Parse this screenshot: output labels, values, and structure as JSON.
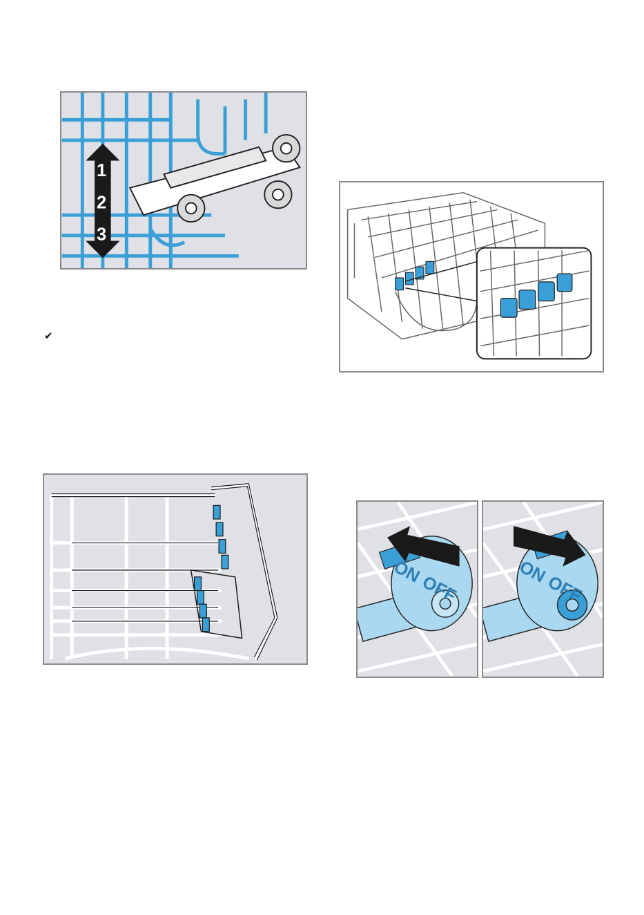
{
  "figure_rack_height": {
    "levels": [
      "1",
      "2",
      "3"
    ]
  },
  "checkmark": {
    "symbol": "✔"
  },
  "figure_basket_detail": {},
  "figure_folding_tines": {},
  "figure_switch_on": {
    "labels": [
      "ON",
      "OFF"
    ]
  },
  "figure_switch_off": {
    "labels": [
      "ON",
      "OFF"
    ]
  },
  "colors": {
    "accent_blue": "#3a9fd6",
    "light_blue": "#a9d8f0",
    "panel_gray": "#dfe1e6",
    "border_gray": "#8a8a8a"
  }
}
